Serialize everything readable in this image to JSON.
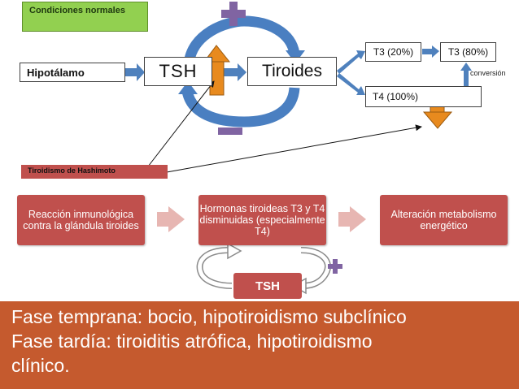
{
  "labels": {
    "normal_conditions": "Condiciones normales",
    "hashimoto": "Tiroidismo de Hashimoto"
  },
  "nodes": {
    "hipotalamo": "Hipotálamo",
    "tsh": "TSH",
    "tiroides": "Tiroides",
    "t3_20": "T3 (20%)",
    "t3_80": "T3 (80%)",
    "t4_100": "T4 (100%)",
    "conversion": "conversión"
  },
  "process": {
    "step1": "Reacción inmunológica contra la glándula tiroides",
    "step2": "Hormonas tiroideas T3 y T4 disminuidas (especialmente T4)",
    "step3": "Alteración metabolismo energético",
    "tsh": "TSH"
  },
  "summary": {
    "line1": "Fase temprana: bocio, hipotiroidismo subclínico",
    "line2": "Fase tardía: tiroiditis atrófica, hipotiroidismo",
    "line3": "clínico."
  },
  "colors": {
    "green": "#92d050",
    "red": "#c0504d",
    "orange": "#e88a1e",
    "blue_cycle": "#4a7fc1",
    "purple_signs": "#8064a2",
    "bottom_band": "#c55a2e"
  },
  "icons": [
    "plus-sign-icon",
    "minus-sign-icon",
    "up-arrow-icon",
    "down-arrow-icon",
    "cycle-arrow-icon",
    "chevron-arrow-icon"
  ]
}
